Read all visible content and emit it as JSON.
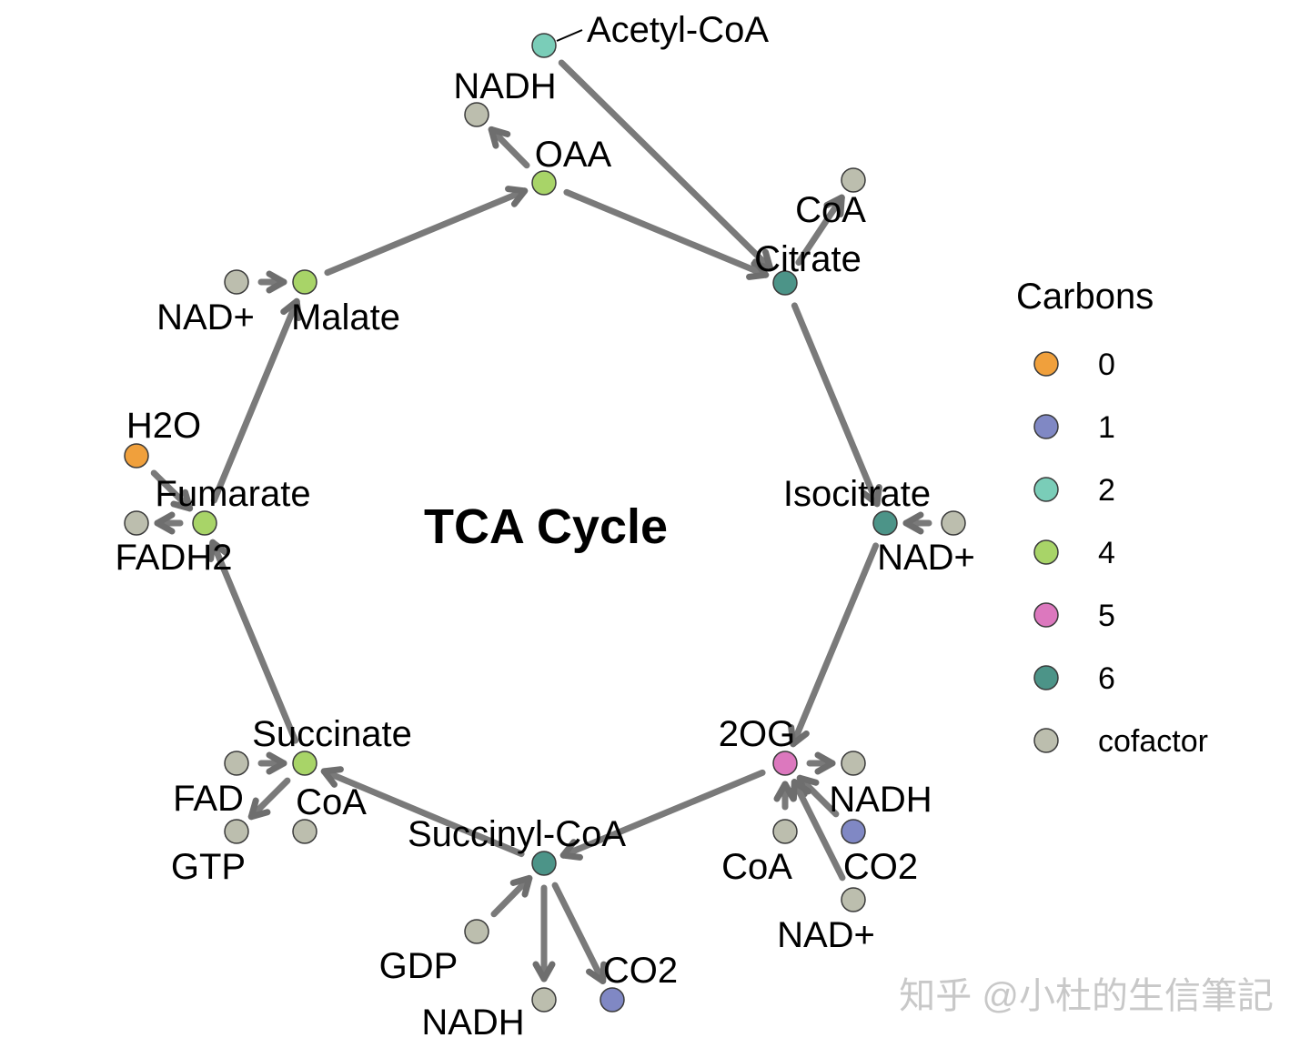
{
  "title": "TCA Cycle",
  "legend": {
    "title": "Carbons",
    "items": [
      {
        "label": "0",
        "color": "#F0A03C"
      },
      {
        "label": "1",
        "color": "#8088C4"
      },
      {
        "label": "2",
        "color": "#7ACDB8"
      },
      {
        "label": "4",
        "color": "#A8D468"
      },
      {
        "label": "5",
        "color": "#DC78BE"
      },
      {
        "label": "6",
        "color": "#4C9488"
      },
      {
        "label": "cofactor",
        "color": "#BCBEAE"
      }
    ]
  },
  "nodes": [
    {
      "id": "acetyl-coa",
      "label": "Acetyl-CoA",
      "carbons": "2"
    },
    {
      "id": "nadh-top",
      "label": "NADH",
      "carbons": "cofactor"
    },
    {
      "id": "oaa",
      "label": "OAA",
      "carbons": "4"
    },
    {
      "id": "coa-citrate",
      "label": "CoA",
      "carbons": "cofactor"
    },
    {
      "id": "citrate",
      "label": "Citrate",
      "carbons": "6"
    },
    {
      "id": "nad-malate",
      "label": "NAD+",
      "carbons": "cofactor"
    },
    {
      "id": "malate",
      "label": "Malate",
      "carbons": "4"
    },
    {
      "id": "h2o",
      "label": "H2O",
      "carbons": "0"
    },
    {
      "id": "fumarate",
      "label": "Fumarate",
      "carbons": "4"
    },
    {
      "id": "fadh2",
      "label": "FADH2",
      "carbons": "cofactor"
    },
    {
      "id": "isocitrate",
      "label": "Isocitrate",
      "carbons": "6"
    },
    {
      "id": "nad-isocitrate",
      "label": "NAD+",
      "carbons": "cofactor"
    },
    {
      "id": "2og",
      "label": "2OG",
      "carbons": "5"
    },
    {
      "id": "nadh-2og",
      "label": "NADH",
      "carbons": "cofactor"
    },
    {
      "id": "co2-2og",
      "label": "CO2",
      "carbons": "1"
    },
    {
      "id": "coa-2og",
      "label": "CoA",
      "carbons": "cofactor"
    },
    {
      "id": "nad-2og",
      "label": "NAD+",
      "carbons": "cofactor"
    },
    {
      "id": "succinyl-coa",
      "label": "Succinyl-CoA",
      "carbons": "6"
    },
    {
      "id": "gdp",
      "label": "GDP",
      "carbons": "cofactor"
    },
    {
      "id": "nadh-bottom",
      "label": "NADH",
      "carbons": "cofactor"
    },
    {
      "id": "co2-bottom",
      "label": "CO2",
      "carbons": "1"
    },
    {
      "id": "succinate",
      "label": "Succinate",
      "carbons": "4"
    },
    {
      "id": "fad",
      "label": "FAD",
      "carbons": "cofactor"
    },
    {
      "id": "gtp",
      "label": "GTP",
      "carbons": "cofactor"
    },
    {
      "id": "coa-succinate",
      "label": "CoA",
      "carbons": "cofactor"
    }
  ],
  "edges": [
    [
      "oaa",
      "nadh-top"
    ],
    [
      "acetyl-coa",
      "citrate"
    ],
    [
      "oaa",
      "citrate"
    ],
    [
      "citrate",
      "coa-citrate"
    ],
    [
      "citrate",
      "isocitrate"
    ],
    [
      "nad-isocitrate",
      "isocitrate"
    ],
    [
      "isocitrate",
      "2og"
    ],
    [
      "2og",
      "nadh-2og"
    ],
    [
      "co2-2og",
      "2og"
    ],
    [
      "coa-2og",
      "2og"
    ],
    [
      "nad-2og",
      "2og"
    ],
    [
      "2og",
      "succinyl-coa"
    ],
    [
      "gdp",
      "succinyl-coa"
    ],
    [
      "succinyl-coa",
      "nadh-bottom"
    ],
    [
      "succinyl-coa",
      "co2-bottom"
    ],
    [
      "succinyl-coa",
      "succinate"
    ],
    [
      "fad",
      "succinate"
    ],
    [
      "succinate",
      "gtp"
    ],
    [
      "succinate",
      "fumarate"
    ],
    [
      "fumarate",
      "fadh2"
    ],
    [
      "h2o",
      "fumarate"
    ],
    [
      "fumarate",
      "malate"
    ],
    [
      "nad-malate",
      "malate"
    ],
    [
      "malate",
      "oaa"
    ]
  ],
  "watermark": "知乎 @小杜的生信筆記"
}
